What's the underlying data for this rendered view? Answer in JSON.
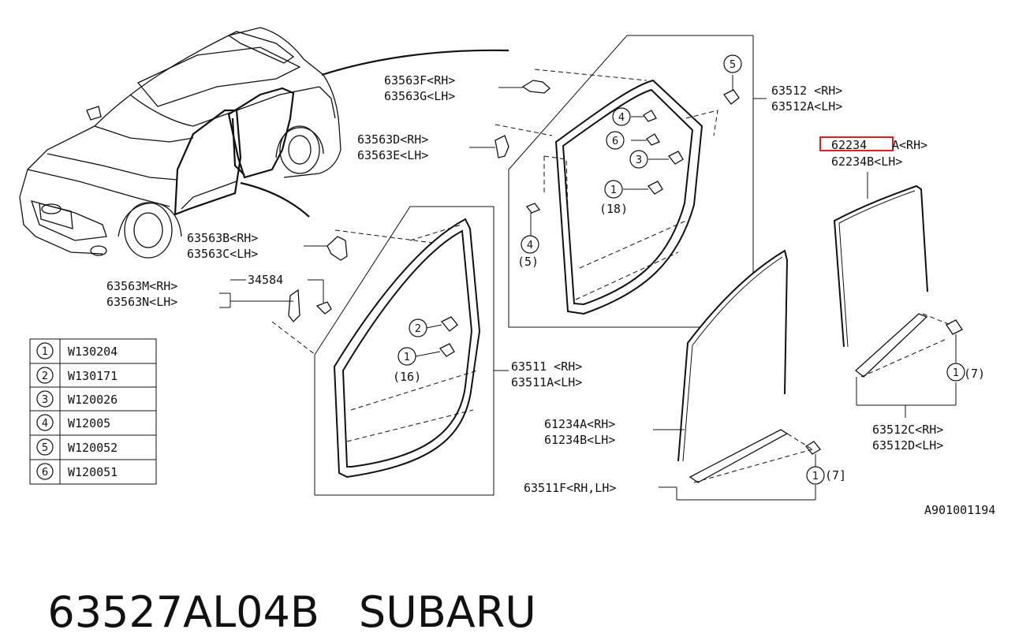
{
  "labels": {
    "p63563F": "63563F<RH>",
    "p63563G": "63563G<LH>",
    "p63563D": "63563D<RH>",
    "p63563E": "63563E<LH>",
    "p63563B": "63563B<RH>",
    "p63563C": "63563C<LH>",
    "p63563M": "63563M<RH>",
    "p63563N": "63563N<LH>",
    "p34584": "34584",
    "p63512": "63512 <RH>",
    "p63512A": "63512A<LH>",
    "p62234A_num": "62234",
    "p62234A_rest": "A<RH>",
    "p62234B": "62234B<LH>",
    "p63511": "63511 <RH>",
    "p63511A": "63511A<LH>",
    "p61234A": "61234A<RH>",
    "p61234B": "61234B<LH>",
    "p63511F": "63511F<RH,LH>",
    "p63512C": "63512C<RH>",
    "p63512D": "63512D<LH>",
    "qty18": "(18)",
    "qty5": "(5)",
    "qty16": "(16)",
    "qty7a": "(7)",
    "qty7b": "(7]"
  },
  "callouts": {
    "c1": "1",
    "c2": "2",
    "c3": "3",
    "c4": "4",
    "c5": "5",
    "c6": "6"
  },
  "legend": [
    {
      "num": "1",
      "code": "W130204"
    },
    {
      "num": "2",
      "code": "W130171"
    },
    {
      "num": "3",
      "code": "W120026"
    },
    {
      "num": "4",
      "code": "W12005"
    },
    {
      "num": "5",
      "code": "W120052"
    },
    {
      "num": "6",
      "code": "W120051"
    }
  ],
  "reference": "A901001194",
  "part_number": "63527AL04B",
  "brand": "SUBARU",
  "colors": {
    "highlight": "#e02020",
    "ink": "#111111"
  }
}
